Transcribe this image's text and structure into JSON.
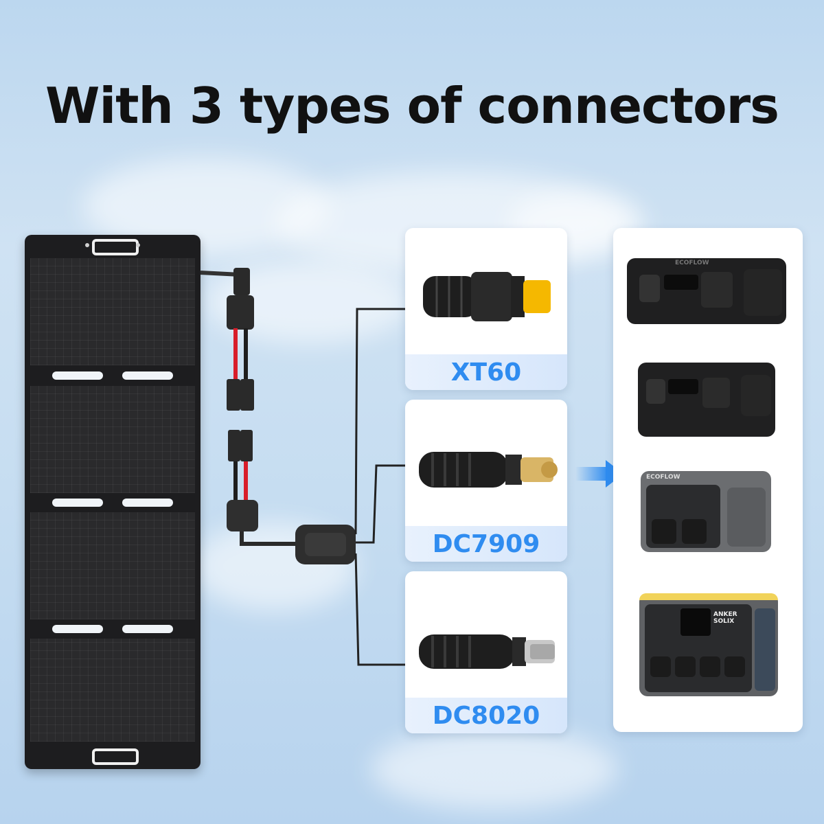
{
  "headline": "With 3 types of connectors",
  "connectors": [
    {
      "label": "XT60",
      "icon": "xt60-connector-icon"
    },
    {
      "label": "DC7909",
      "icon": "dc7909-connector-icon"
    },
    {
      "label": "DC8020",
      "icon": "dc8020-connector-icon"
    }
  ],
  "devices": [
    {
      "name": "power-station-1",
      "brand_logo": "ECOFLOW"
    },
    {
      "name": "power-station-2",
      "brand_logo": ""
    },
    {
      "name": "power-station-3",
      "brand_logo": "ECOFLOW"
    },
    {
      "name": "power-station-4",
      "brand_logo": "ANKER SOLIX"
    }
  ],
  "colors": {
    "label_text": "#2f8cf0",
    "panel": "#1d1d1f",
    "xt60_yellow": "#f5b800",
    "arrow": "#2f8cf0"
  }
}
